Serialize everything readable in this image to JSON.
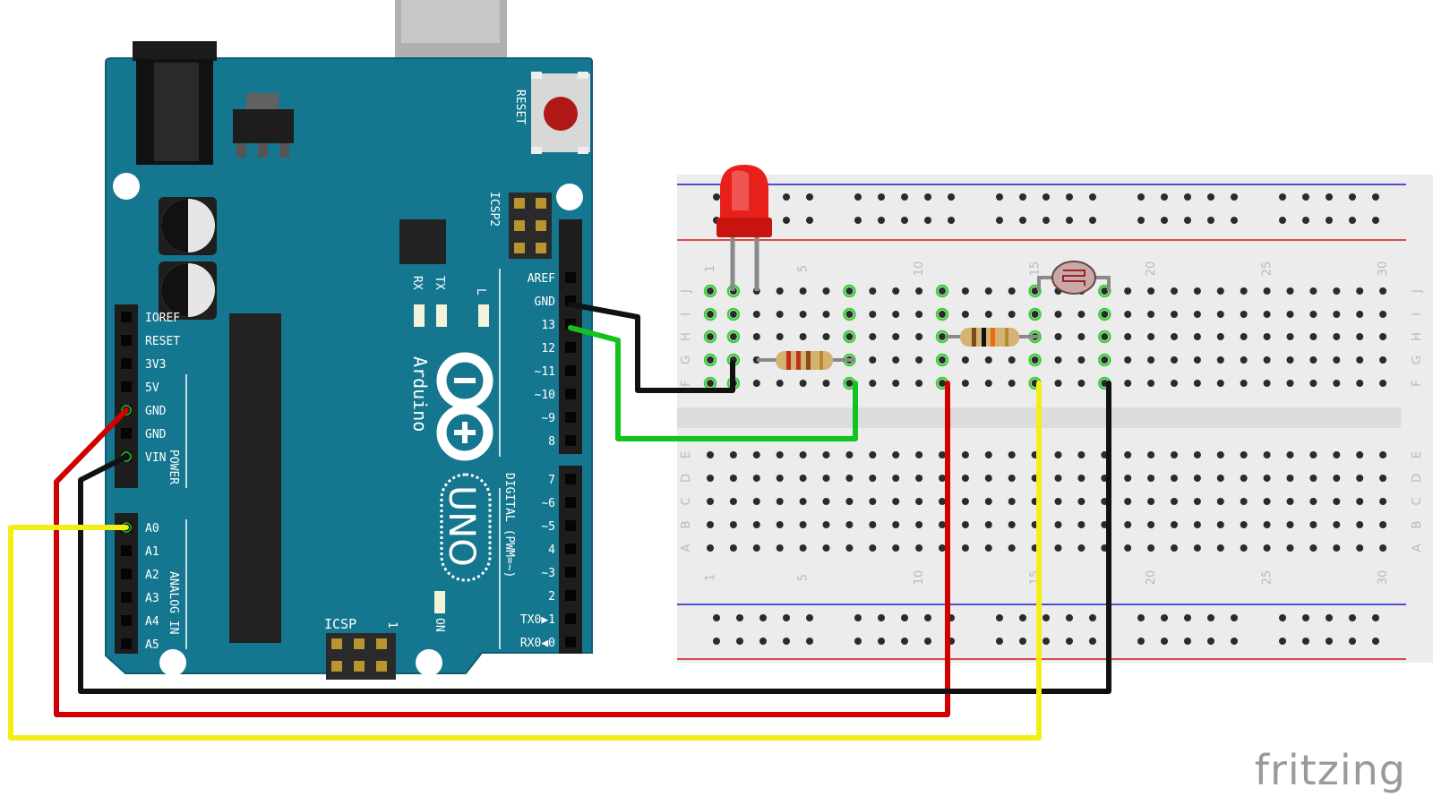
{
  "watermark": "fritzing",
  "arduino": {
    "brand": "Arduino",
    "model": "UNO",
    "reset_label": "RESET",
    "icsp2_label": "ICSP2",
    "icsp_label": "ICSP",
    "icsp_pin1": "1",
    "led_labels": [
      "RX",
      "TX",
      "L"
    ],
    "on_label": "ON",
    "power_header": [
      "IOREF",
      "RESET",
      "3V3",
      "5V",
      "GND",
      "GND",
      "VIN"
    ],
    "power_group": "POWER",
    "analog_header": [
      "A0",
      "A1",
      "A2",
      "A3",
      "A4",
      "A5"
    ],
    "analog_group": "ANALOG IN",
    "digital_high": [
      "AREF",
      "GND",
      "13",
      "12",
      "~11",
      "~10",
      "~9",
      "8"
    ],
    "digital_low": [
      "7",
      "~6",
      "~5",
      "4",
      "~3",
      "2",
      "TX0▶1",
      "RX0◀0"
    ],
    "digital_group": "DIGITAL (PWM=~)"
  },
  "breadboard": {
    "row_letters_top": [
      "J",
      "I",
      "H",
      "G",
      "F"
    ],
    "row_letters_bottom": [
      "E",
      "D",
      "C",
      "B",
      "A"
    ],
    "column_numbers": [
      "1",
      "5",
      "10",
      "15",
      "20",
      "25",
      "30"
    ]
  },
  "components": [
    "red-led",
    "resistor-led",
    "resistor-ldr",
    "photoresistor"
  ],
  "colors": {
    "board": "#14778f",
    "board_edge": "#0e5f73",
    "wire_black": "#111111",
    "wire_red": "#d10000",
    "wire_yellow": "#f4ee16",
    "wire_green": "#12c31d",
    "led_red": "#e8201b",
    "rail_blue": "#1a1acf",
    "rail_red": "#d01818"
  }
}
